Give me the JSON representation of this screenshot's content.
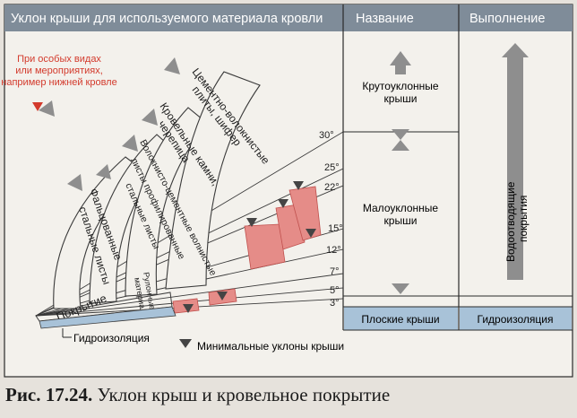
{
  "header": {
    "slope_column": "Уклон крыши для используемого материала кровли",
    "name_column": "Название",
    "execution_column": "Выполнение"
  },
  "note": {
    "lines": [
      "При особых видах",
      "или мероприятиях,",
      "например нижней кровле"
    ],
    "color": "#d33a2c"
  },
  "materials": {
    "cement_fiber": [
      "Цементно-волокнистые",
      "плиты, шифер"
    ],
    "roof_stones": [
      "Кровельные камни,",
      "черепица"
    ],
    "fiber_cement_wave": [
      "Волокнисто-цементные волнистые",
      "листы профилированные",
      "стальные листы"
    ],
    "folded_steel": [
      "Фальцованные",
      "стальные листы"
    ],
    "roll_materials": [
      "Рулонные",
      "материалы"
    ],
    "covering": "Покрытие"
  },
  "angles": [
    "30°",
    "25°",
    "22°",
    "15°",
    "12°",
    "7°",
    "5°",
    "3°"
  ],
  "roof_types": {
    "steep": [
      "Крутоуклонные",
      "крыши"
    ],
    "low_slope": [
      "Малоуклонные",
      "крыши"
    ],
    "flat": "Плоские крыши"
  },
  "execution": {
    "drainage": [
      "Водоотводящие",
      "покрытия"
    ],
    "waterproofing": "Гидроизоляция"
  },
  "bottom_labels": {
    "waterproofing": "Гидроизоляция",
    "min_slopes": "Минимальные уклоны крыши"
  },
  "caption": {
    "prefix": "Рис. 17.24.",
    "text": "Уклон крыш и кровельное покрытие"
  },
  "colors": {
    "background": "#e6e2dc",
    "panel": "#f3f1ec",
    "header": "#7f8c99",
    "accent_red": "#d33a2c",
    "pink_fill": "#e58c88",
    "waterproof_strip": "#a8c2d8",
    "gray_arrow": "#8e8e8e"
  }
}
